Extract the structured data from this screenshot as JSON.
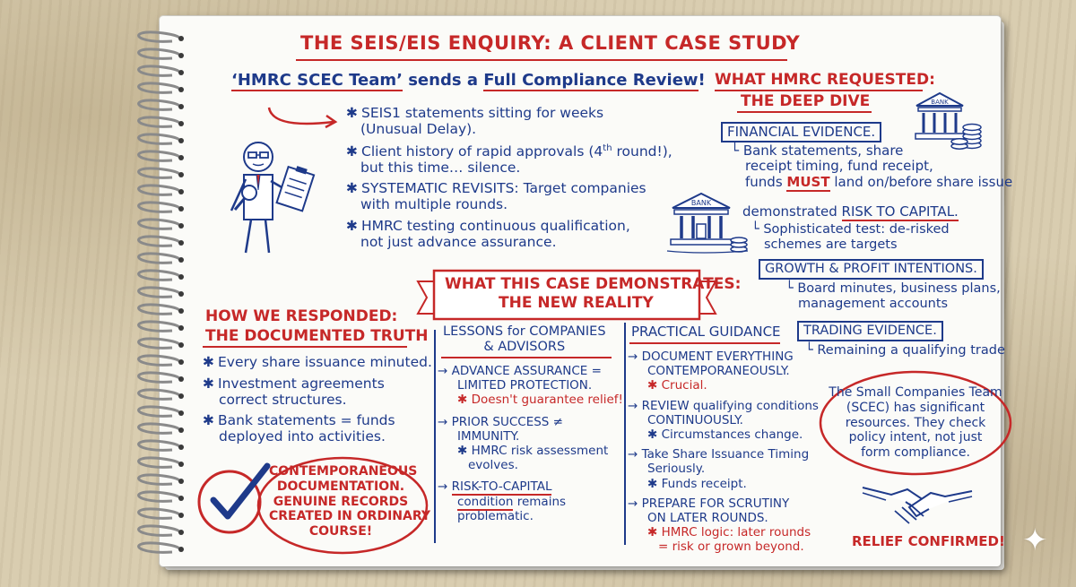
{
  "title": "THE SEIS/EIS ENQUIRY: A CLIENT CASE STUDY",
  "intro": {
    "sender": "‘HMRC SCEC Team’",
    "sends": "sends a",
    "review": "Full Compliance Review",
    "bang": "!"
  },
  "intro_points": [
    "SEIS1 statements sitting for weeks",
    "(Unusual Delay).",
    "Client history of rapid approvals (4",
    "th",
    "round!),",
    "but this time… silence.",
    "SYSTEMATIC REVISITS: Target companies",
    "with multiple rounds.",
    "HMRC testing continuous qualification,",
    "not just advance assurance."
  ],
  "requested": {
    "heading1": "WHAT HMRC REQUESTED:",
    "heading2": "THE DEEP DIVE",
    "bank_label": "BANK",
    "financial": "FINANCIAL EVIDENCE.",
    "financial_lines": [
      "Bank statements, share",
      "receipt timing, fund receipt,",
      "funds",
      "MUST",
      "land on/before share issue"
    ],
    "risk_pre": "demonstrated",
    "risk": "RISK TO CAPITAL.",
    "risk_lines": [
      "Sophisticated test: de-risked",
      "schemes are targets"
    ],
    "growth": "GROWTH & PROFIT INTENTIONS.",
    "growth_lines": [
      "Board minutes, business plans,",
      "management accounts"
    ],
    "trading": "TRADING EVIDENCE.",
    "trading_line": "Remaining a qualifying trade"
  },
  "banner": {
    "line1": "WHAT THIS CASE DEMONSTRATES:",
    "line2": "THE NEW REALITY"
  },
  "responded": {
    "heading1": "HOW WE RESPONDED:",
    "heading2": "THE DOCUMENTED TRUTH",
    "points": [
      "Every share issuance minuted.",
      "Investment agreements",
      "correct structures.",
      "Bank statements = funds",
      "deployed into activities."
    ],
    "oval": [
      "CONTEMPORANEOUS",
      "DOCUMENTATION.",
      "GENUINE RECORDS",
      "CREATED IN ORDINARY",
      "COURSE!"
    ]
  },
  "lessons": {
    "heading": [
      "LESSONS for COMPANIES",
      "& ADVISORS"
    ],
    "items": [
      "ADVANCE ASSURANCE =",
      "LIMITED PROTECTION.",
      "Doesn't guarantee relief!",
      "PRIOR SUCCESS ≠",
      "IMMUNITY.",
      "HMRC risk assessment",
      "evolves.",
      "RISK-TO-CAPITAL",
      "condition",
      "remains",
      "problematic."
    ]
  },
  "guidance": {
    "heading": "PRACTICAL GUIDANCE",
    "items": [
      "DOCUMENT EVERYTHING",
      "CONTEMPORANEOUSLY.",
      "Crucial.",
      "REVIEW qualifying conditions",
      "CONTINUOUSLY.",
      "Circumstances change.",
      "Take Share Issuance Timing",
      "Seriously.",
      "Funds receipt.",
      "PREPARE FOR SCRUTINY",
      "ON LATER ROUNDS.",
      "HMRC logic: later rounds",
      "= risk or grown beyond."
    ]
  },
  "scec_note": [
    "The Small Companies Team",
    "(SCEC) has significant",
    "resources. They check",
    "policy intent, not just",
    "form compliance."
  ],
  "relief": "RELIEF CONFIRMED!",
  "colors": {
    "red": "#c62828",
    "blue": "#1e3a8a",
    "paper": "#fbfbf8"
  }
}
